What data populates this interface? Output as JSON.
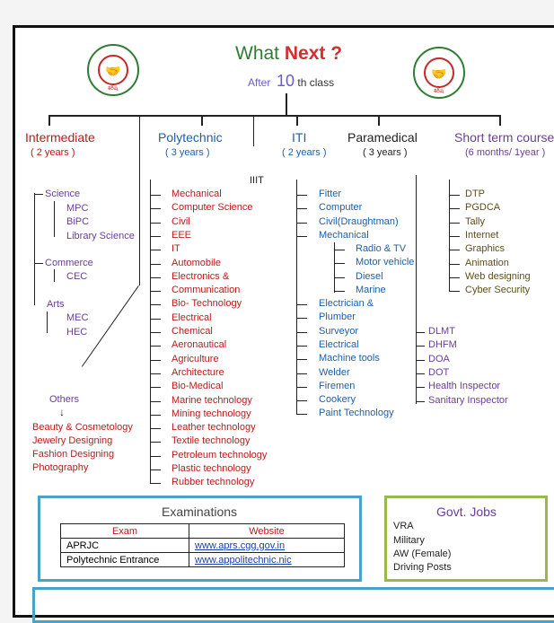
{
  "title": {
    "what": "What",
    "next": "Next ?"
  },
  "subtitle": {
    "after": "After",
    "number": "10",
    "suffix": "th class"
  },
  "logo": {
    "caption": "శిరీష"
  },
  "columns": {
    "intermediate": {
      "label": "Intermediate",
      "duration": "( 2 years )"
    },
    "polytechnic": {
      "label": "Polytechnic",
      "duration": "( 3 years )"
    },
    "iiit": {
      "label": "IIIT"
    },
    "iti": {
      "label": "ITI",
      "duration": "( 2 years )"
    },
    "paramedical": {
      "label": "Paramedical",
      "duration": "( 3 years )"
    },
    "shortterm": {
      "label": "Short term courses",
      "duration": "(6 months/ 1year )"
    }
  },
  "intermediate": {
    "science": "Science",
    "science_items": [
      "MPC",
      "BiPC",
      "Library Science"
    ],
    "commerce": "Commerce",
    "commerce_items": [
      "CEC"
    ],
    "arts": "Arts",
    "arts_items": [
      "MEC",
      "HEC"
    ],
    "others": "Others",
    "others_items": [
      "Beauty & Cosmetology",
      "Jewelry Designing",
      "Fashion Designing",
      "Photography"
    ]
  },
  "polytechnic_items": [
    "Mechanical",
    "Computer Science",
    "Civil",
    "EEE",
    "IT",
    "Automobile",
    "Electronics &",
    "Communication",
    "Bio- Technology",
    "Electrical",
    "Chemical",
    "Aeronautical",
    "Agriculture",
    "Architecture",
    "Bio-Medical",
    "Marine technology",
    "Mining technology",
    "Leather technology",
    "Textile technology",
    "Petroleum technology",
    "Plastic technology",
    "Rubber technology"
  ],
  "iti_items": [
    "Fitter",
    "Computer",
    "Civil(Draughtman)",
    "Mechanical"
  ],
  "iti_mech_items": [
    "Radio & TV",
    "Motor vehicle",
    "Diesel",
    "Marine"
  ],
  "iti_items2": [
    "Electrician &",
    "Plumber",
    "Surveyor",
    "Electrical",
    "Machine tools",
    "Welder",
    "Firemen",
    "Cookery",
    "Paint Technology"
  ],
  "paramedical_items": [
    "DLMT",
    "DHFM",
    "DOA",
    "DOT",
    "Health Inspector",
    "Sanitary Inspector"
  ],
  "shortterm_items": [
    "DTP",
    "PGDCA",
    "Tally",
    "Internet",
    "Graphics",
    "Animation",
    "Web designing",
    "Cyber Security"
  ],
  "examinations": {
    "title": "Examinations",
    "headers": [
      "Exam",
      "Website"
    ],
    "rows": [
      [
        "APRJC",
        "www.aprs.cgg.gov.in"
      ],
      [
        "Polytechnic Entrance",
        "www.appolitechnic.nic"
      ]
    ]
  },
  "govt_jobs": {
    "title": "Govt. Jobs",
    "items": [
      "VRA",
      "Military",
      "AW (Female)",
      "Driving Posts"
    ]
  },
  "colors": {
    "green": "#2e7d32",
    "red": "#d32f2f",
    "blue": "#1e5fa8",
    "purple": "#6a3d9a",
    "teal_border": "#4aa3c4",
    "olive_border": "#9ab84c"
  }
}
